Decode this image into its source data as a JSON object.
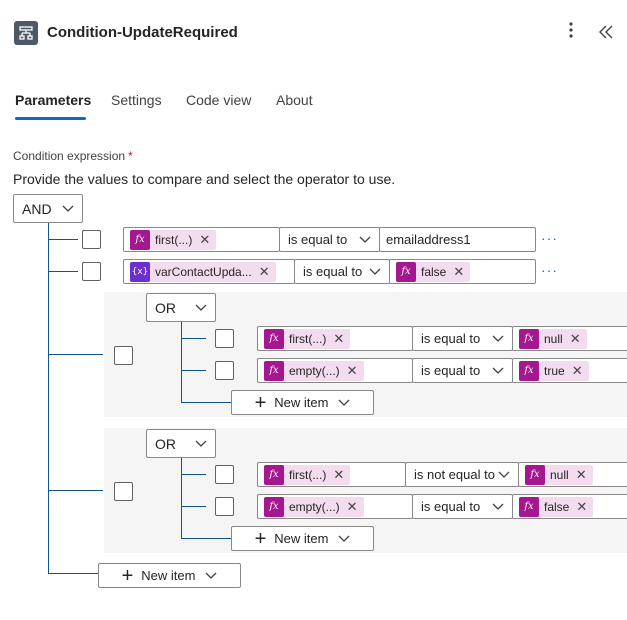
{
  "header": {
    "title": "Condition-UpdateRequired",
    "more_icon": "more-vertical-icon",
    "collapse_icon": "double-chevron-left-icon"
  },
  "tabs": [
    {
      "label": "Parameters",
      "active": true
    },
    {
      "label": "Settings",
      "active": false
    },
    {
      "label": "Code view",
      "active": false
    },
    {
      "label": "About",
      "active": false
    }
  ],
  "condition": {
    "label": "Condition expression",
    "required_mark": "*",
    "description": "Provide the values to compare and select the operator to use.",
    "root_operator": "AND",
    "rows": [
      {
        "left_token": "first(...)",
        "left_icon": "fx",
        "operator": "is equal to",
        "right_text": "emailaddress1",
        "more": "···"
      },
      {
        "left_token": "varContactUpda...",
        "left_icon": "{x}",
        "operator": "is equal to",
        "right_token": "false",
        "right_icon": "fx",
        "more": "···"
      }
    ],
    "groups": [
      {
        "operator": "OR",
        "rows": [
          {
            "left_token": "first(...)",
            "left_icon": "fx",
            "operator": "is equal to",
            "right_token": "null",
            "right_icon": "fx"
          },
          {
            "left_token": "empty(...)",
            "left_icon": "fx",
            "operator": "is equal to",
            "right_token": "true",
            "right_icon": "fx"
          }
        ],
        "new_item": "New item"
      },
      {
        "operator": "OR",
        "rows": [
          {
            "left_token": "first(...)",
            "left_icon": "fx",
            "operator": "is not equal to",
            "right_token": "null",
            "right_icon": "fx"
          },
          {
            "left_token": "empty(...)",
            "left_icon": "fx",
            "operator": "is equal to",
            "right_token": "false",
            "right_icon": "fx"
          }
        ],
        "new_item": "New item"
      }
    ],
    "new_item": "New item"
  },
  "colors": {
    "accent": "#0f6cbd",
    "tree_line": "#0f548c",
    "fx_token_bg": "#f3dcee",
    "fx_icon": "#a4178f",
    "var_icon": "#6b2fd0",
    "group_bg": "#f5f5f5"
  }
}
